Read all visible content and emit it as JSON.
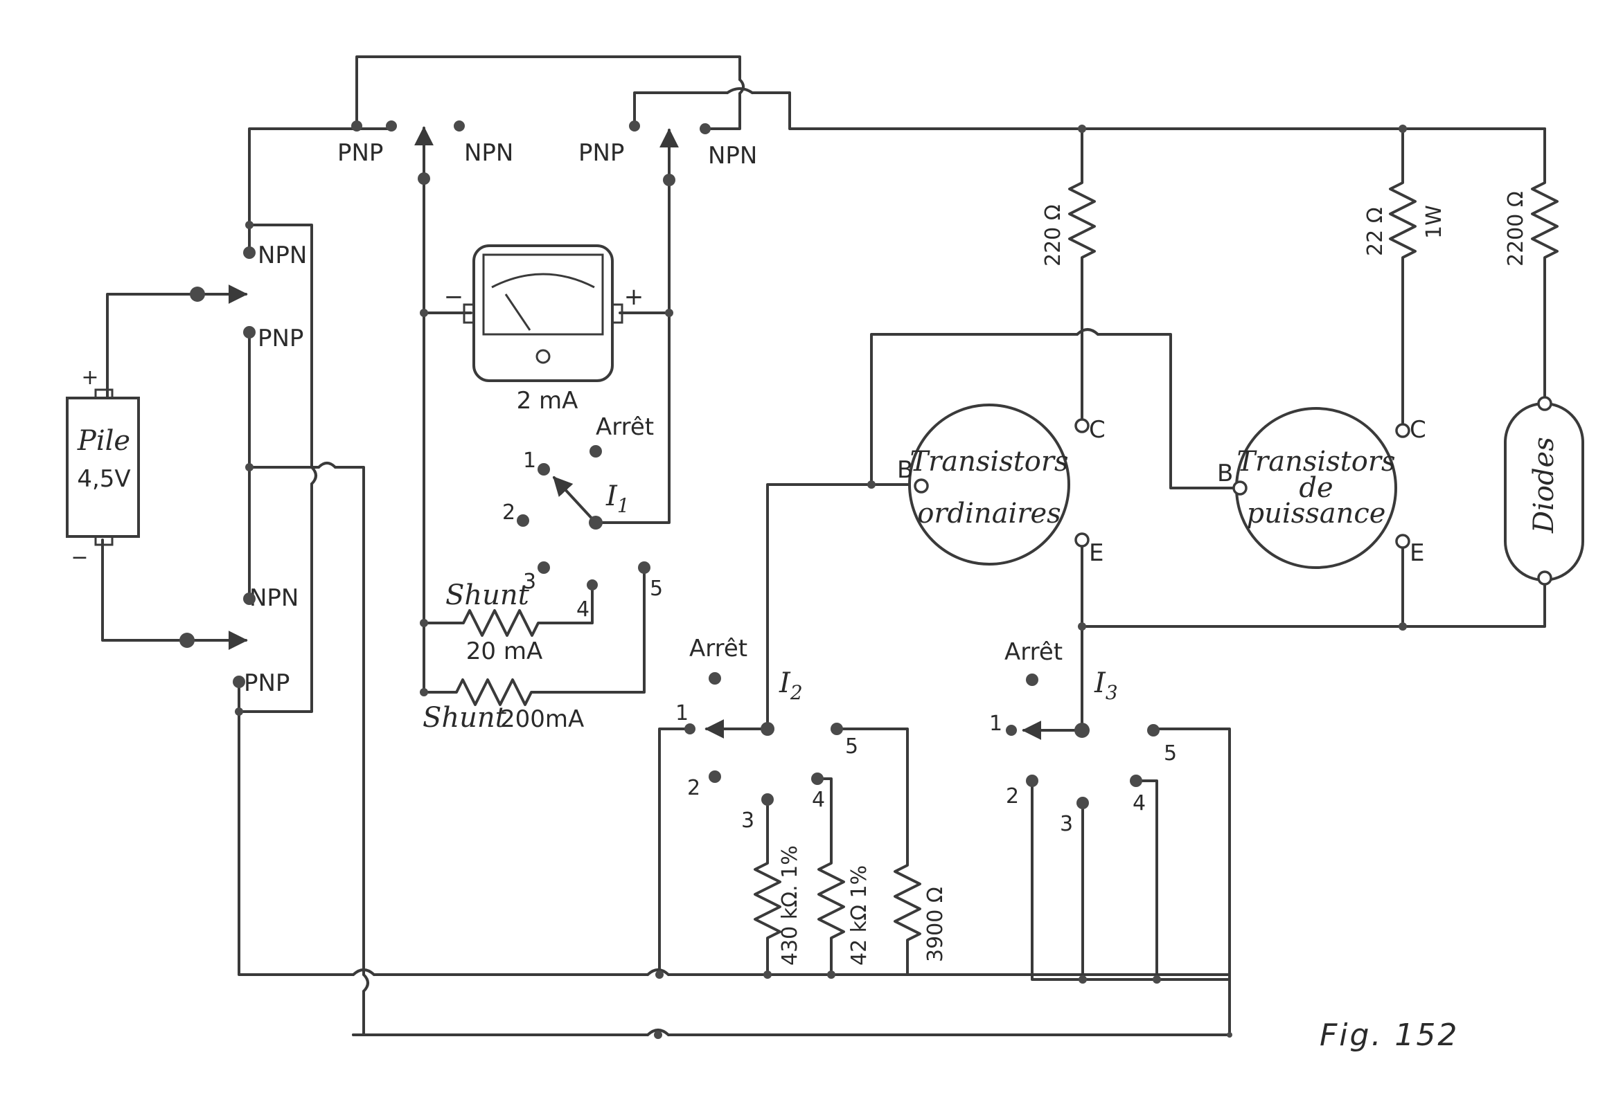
{
  "battery": {
    "name": "Pile",
    "voltage": "4,5V",
    "plus": "+",
    "minus": "−"
  },
  "selector_labels": {
    "pnp": "PNP",
    "npn": "NPN"
  },
  "meter": {
    "range": "2 mA",
    "minus": "−",
    "plus": "+"
  },
  "switch_i1": {
    "name": "I",
    "sub": "1",
    "off": "Arrêt",
    "positions": [
      "1",
      "2",
      "3",
      "4",
      "5"
    ]
  },
  "shunts": [
    {
      "label": "Shunt",
      "value": "20 mA"
    },
    {
      "label": "Shunt",
      "value": "200mA"
    }
  ],
  "switch_i2": {
    "name": "I",
    "sub": "2",
    "off": "Arrêt",
    "positions": [
      "1",
      "2",
      "3",
      "4",
      "5"
    ]
  },
  "switch_i3": {
    "name": "I",
    "sub": "3",
    "off": "Arrêt",
    "positions": [
      "1",
      "2",
      "3",
      "4",
      "5"
    ]
  },
  "resistors_i2": [
    "430 kΩ. 1%",
    "42 kΩ 1%",
    "3900 Ω"
  ],
  "resistors_top": [
    {
      "value": "220 Ω",
      "rating": ""
    },
    {
      "value": "22 Ω",
      "rating": "1W"
    },
    {
      "value": "2200 Ω",
      "rating": ""
    }
  ],
  "sockets": [
    {
      "title_lines": [
        "Transistors",
        "ordinaires"
      ],
      "pins": [
        "B",
        "C",
        "E"
      ]
    },
    {
      "title_lines": [
        "Transistors",
        "de",
        "puissance"
      ],
      "pins": [
        "B",
        "C",
        "E"
      ]
    }
  ],
  "diodes": {
    "label": "Diodes"
  },
  "figure_caption": "Fig. 152"
}
